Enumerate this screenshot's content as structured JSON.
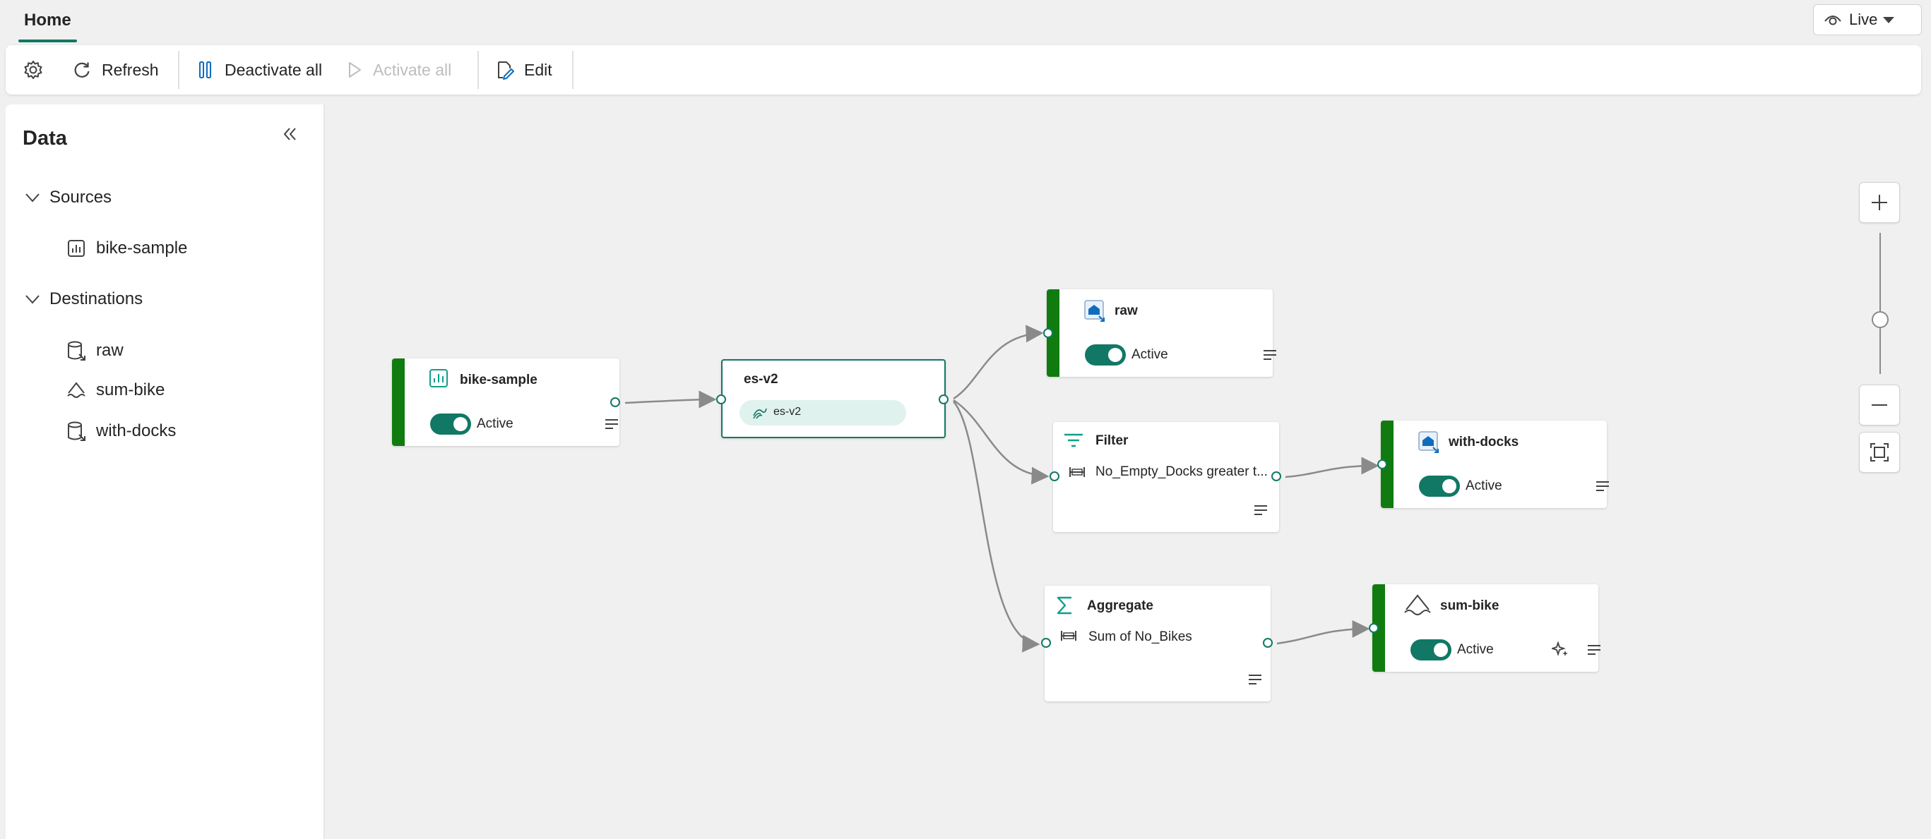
{
  "tabs": {
    "home": "Home"
  },
  "view_mode": {
    "label": "Live"
  },
  "toolbar": {
    "refresh": "Refresh",
    "deactivate_all": "Deactivate all",
    "activate_all": "Activate all",
    "edit": "Edit"
  },
  "data_panel": {
    "title": "Data",
    "sources_label": "Sources",
    "sources": [
      "bike-sample"
    ],
    "destinations_label": "Destinations",
    "destinations": [
      "raw",
      "sum-bike",
      "with-docks"
    ]
  },
  "nodes": {
    "source": {
      "title": "bike-sample",
      "status": "Active"
    },
    "stream": {
      "title": "es-v2",
      "chip": "es-v2"
    },
    "raw": {
      "title": "raw",
      "status": "Active"
    },
    "filter": {
      "title": "Filter",
      "detail": "No_Empty_Docks greater t..."
    },
    "with_docks": {
      "title": "with-docks",
      "status": "Active"
    },
    "aggregate": {
      "title": "Aggregate",
      "detail": "Sum of No_Bikes"
    },
    "sum_bike": {
      "title": "sum-bike",
      "status": "Active"
    }
  },
  "colors": {
    "accent": "#117865",
    "stripe": "#107c10",
    "connector": "#8a8a8a"
  }
}
